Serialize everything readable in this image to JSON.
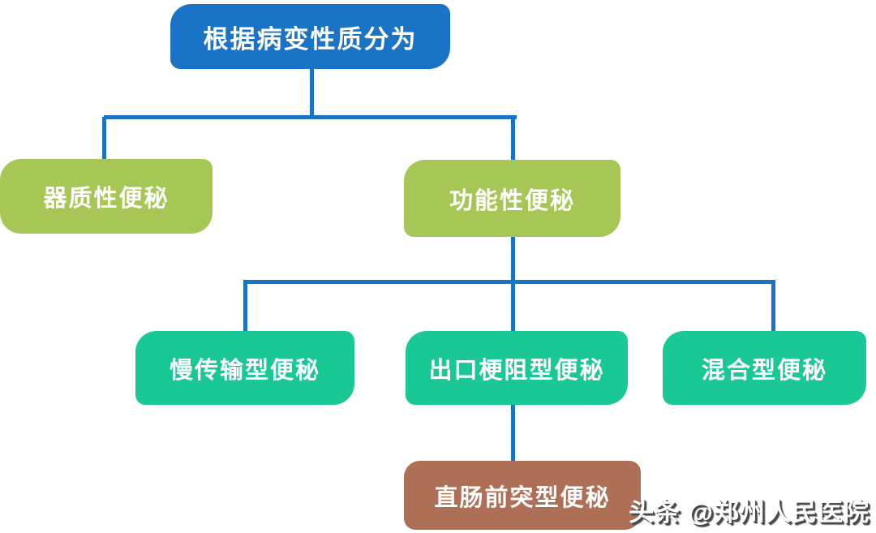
{
  "diagram": {
    "type": "tree",
    "title_node": "根据病变性质分为",
    "root": {
      "id": "root",
      "label": "根据病变性质分为",
      "color": "#1a73c4"
    },
    "nodes": [
      {
        "id": "organic",
        "label": "器质性便秘",
        "parent": "root",
        "color": "#a6c755"
      },
      {
        "id": "functional",
        "label": "功能性便秘",
        "parent": "root",
        "color": "#a6c755"
      },
      {
        "id": "slow-transit",
        "label": "慢传输型便秘",
        "parent": "functional",
        "color": "#19c895"
      },
      {
        "id": "outlet-obstruction",
        "label": "出口梗阻型便秘",
        "parent": "functional",
        "color": "#19c895"
      },
      {
        "id": "mixed",
        "label": "混合型便秘",
        "parent": "functional",
        "color": "#19c895"
      },
      {
        "id": "rectocele",
        "label": "直肠前突型便秘",
        "parent": "outlet-obstruction",
        "color": "#ad6f56"
      }
    ],
    "connector_color": "#1a73c4",
    "background_color": "#ffffff",
    "text_color": "#ffffff"
  },
  "watermark": {
    "text": "头条 @郑州人民医院"
  }
}
